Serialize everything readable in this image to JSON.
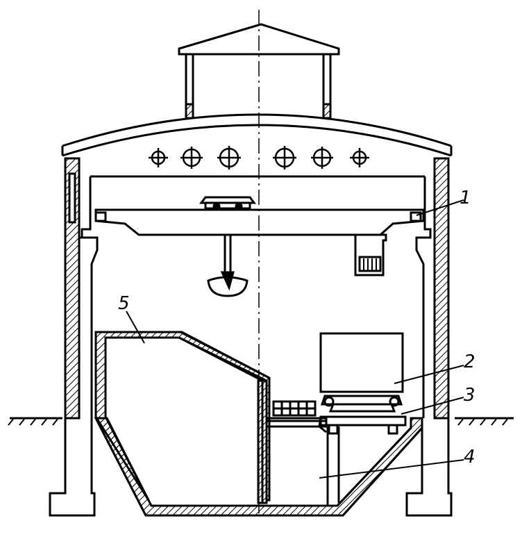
{
  "diagram": {
    "callouts": [
      {
        "id": "c1",
        "label": "1"
      },
      {
        "id": "c2",
        "label": "2"
      },
      {
        "id": "c3",
        "label": "3"
      },
      {
        "id": "c4",
        "label": "4"
      },
      {
        "id": "c5",
        "label": "5"
      }
    ],
    "colors": {
      "ink": "#000000",
      "paper": "#ffffff"
    }
  }
}
